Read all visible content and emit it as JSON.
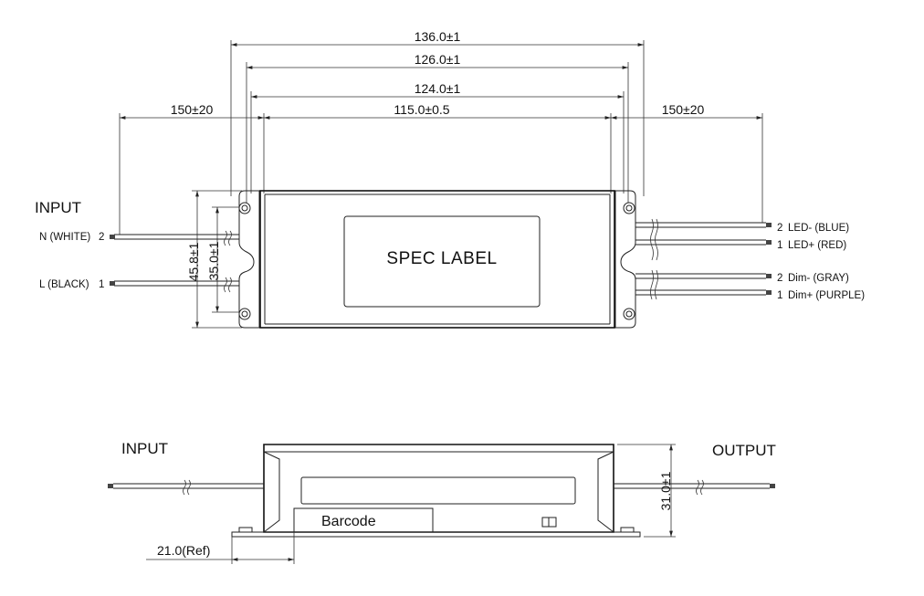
{
  "dimensions": {
    "d136": "136.0±1",
    "d126": "126.0±1",
    "d124": "124.0±1",
    "d115": "115.0±0.5",
    "d150_left": "150±20",
    "d150_right": "150±20",
    "d45": "45.8±1",
    "d35": "35.0±1",
    "d31": "31.0±1",
    "d21": "21.0(Ref)"
  },
  "top_view": {
    "input_heading": "INPUT",
    "spec_label": "SPEC LABEL",
    "input_wires": [
      {
        "label": "N (WHITE)",
        "pin": "2"
      },
      {
        "label": "L (BLACK)",
        "pin": "1"
      }
    ],
    "output_wires": [
      {
        "pin": "2",
        "label": "LED- (BLUE)"
      },
      {
        "pin": "1",
        "label": "LED+ (RED)"
      },
      {
        "pin": "2",
        "label": "Dim- (GRAY)"
      },
      {
        "pin": "1",
        "label": "Dim+ (PURPLE)"
      }
    ]
  },
  "side_view": {
    "input_heading": "INPUT",
    "output_heading": "OUTPUT",
    "barcode": "Barcode"
  }
}
